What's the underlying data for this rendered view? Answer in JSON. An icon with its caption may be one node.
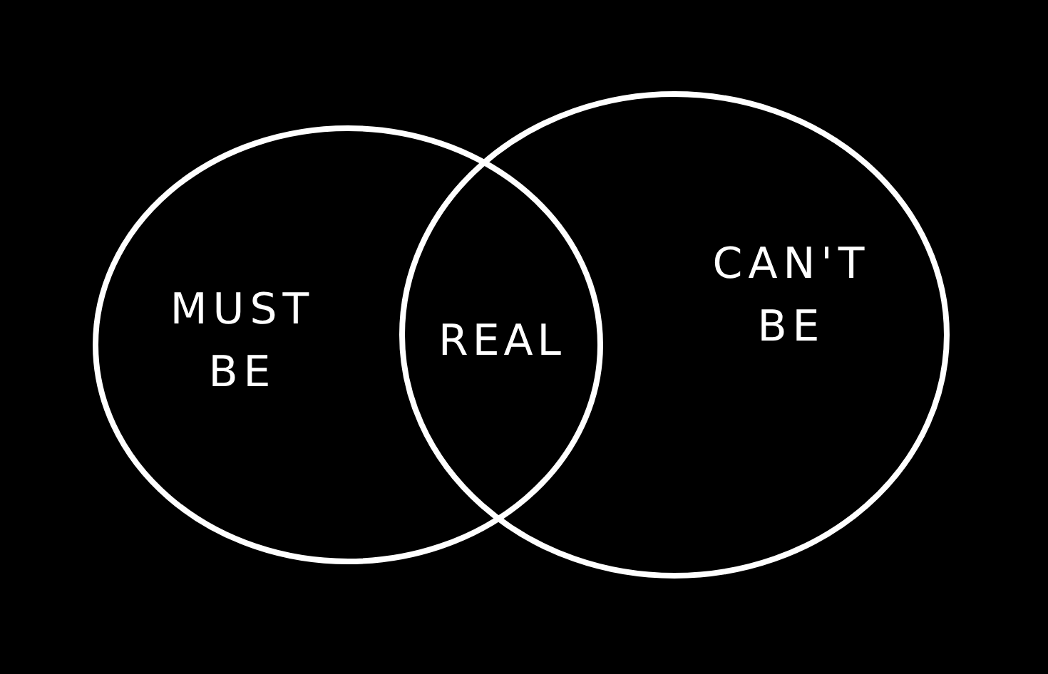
{
  "diagram": {
    "nodes": [
      {
        "text": [
          "MUST BE"
        ]
      },
      {
        "text": [
          "CAN'T BE"
        ]
      }
    ],
    "labels": [
      "REAL"
    ]
  }
}
